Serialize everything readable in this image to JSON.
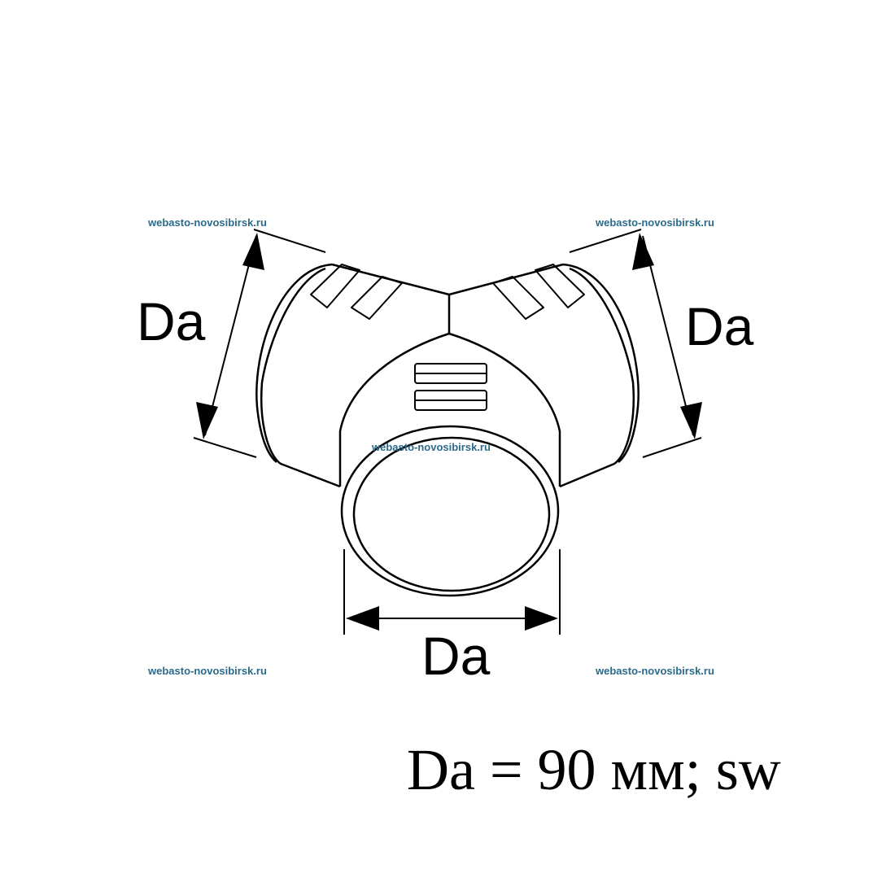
{
  "watermark": "webasto-novosibirsk.ru",
  "dimensions": {
    "left_label": "Da",
    "right_label": "Da",
    "bottom_label": "Da"
  },
  "spec_text": "Da = 90 мм; sw",
  "colors": {
    "watermark": "#2b6a8a",
    "lines": "#000000"
  }
}
